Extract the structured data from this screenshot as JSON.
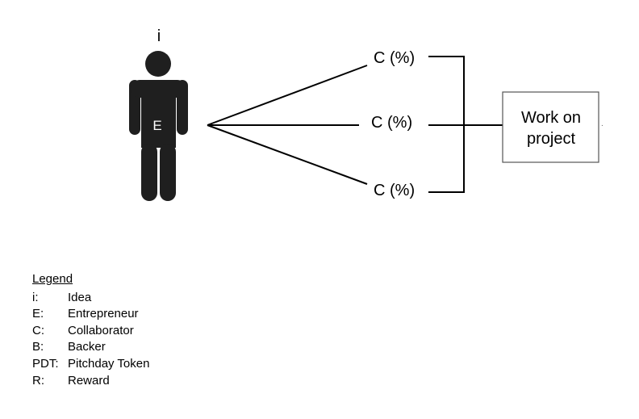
{
  "diagram": {
    "idea_label": "i",
    "entrepreneur_label": "E",
    "collaborators": [
      {
        "label": "C (%)"
      },
      {
        "label": "C (%)"
      },
      {
        "label": "C (%)"
      }
    ],
    "work_box_line1": "Work on",
    "work_box_line2": "project",
    "stray_mark": "."
  },
  "legend": {
    "title": "Legend",
    "items": [
      {
        "key": "i:",
        "value": "Idea"
      },
      {
        "key": "E:",
        "value": "Entrepreneur"
      },
      {
        "key": "C:",
        "value": "Collaborator"
      },
      {
        "key": "B:",
        "value": "Backer"
      },
      {
        "key": "PDT:",
        "value": "Pitchday Token"
      },
      {
        "key": "R:",
        "value": "Reward"
      }
    ]
  }
}
